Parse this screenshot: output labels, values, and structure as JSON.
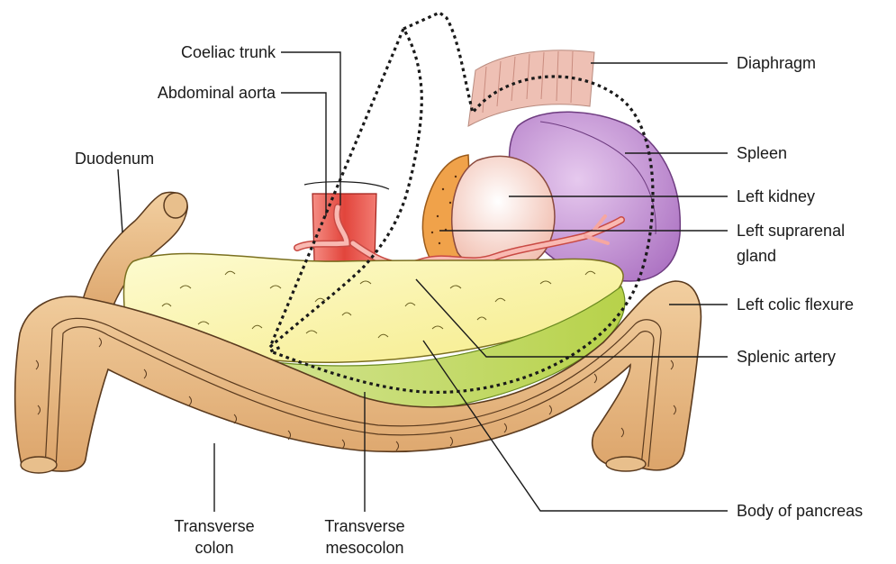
{
  "labels": {
    "coeliac_trunk": "Coeliac trunk",
    "abdominal_aorta": "Abdominal aorta",
    "duodenum": "Duodenum",
    "diaphragm": "Diaphragm",
    "spleen": "Spleen",
    "left_kidney": "Left kidney",
    "left_suprarenal_gland_line1": "Left suprarenal",
    "left_suprarenal_gland_line2": "gland",
    "left_colic_flexure": "Left colic flexure",
    "splenic_artery": "Splenic artery",
    "body_of_pancreas": "Body of pancreas",
    "transverse_colon_line1": "Transverse",
    "transverse_colon_line2": "colon",
    "transverse_mesocolon_line1": "Transverse",
    "transverse_mesocolon_line2": "mesocolon"
  },
  "colors": {
    "colon": "#e8bf8c",
    "colon_outline": "#5a3a1e",
    "pancreas": "#fbf3a8",
    "mesocolon": "#c9df7a",
    "spleen": "#c79ad6",
    "kidney": "#f7d6cc",
    "suprarenal": "#f0a24a",
    "aorta": "#e8524a",
    "artery": "#f6a7a0",
    "diaphragm": "#eec0b4"
  }
}
